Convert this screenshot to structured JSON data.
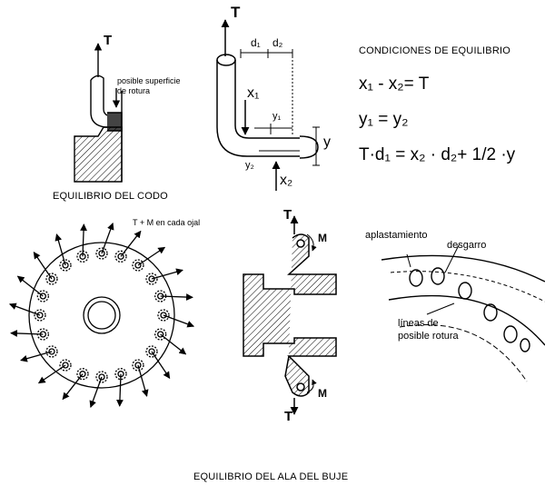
{
  "captions": {
    "top_title": "CONDICIONES DE EQUILIBRIO",
    "elbow_caption": "EQUILIBRIO DEL CODO",
    "bottom_caption": "EQUILIBRIO DEL ALA DEL BUJE"
  },
  "equations": {
    "eq1": "x₁ - x₂= T",
    "eq2": "y₁ = y₂",
    "eq3": "T·d₁ = x₂ · d₂+ 1/2 ·y"
  },
  "labels": {
    "t_small": "T",
    "surface_1": "posible superficie",
    "surface_2": "de rotura",
    "t_elbow": "T",
    "d1": "d₁",
    "d2": "d₂",
    "x1": "x₁",
    "y1": "y₁",
    "y": "y",
    "y2": "y₂",
    "x2": "x₂",
    "t_m_ojal": "T + M en cada ojal",
    "t_top": "T",
    "m_top": "M",
    "m_bottom": "M",
    "t_bottom": "T",
    "aplastamiento": "aplastamiento",
    "desgarro": "desgarro",
    "lineas_1": "líneas de",
    "lineas_2": "posible rotura"
  }
}
